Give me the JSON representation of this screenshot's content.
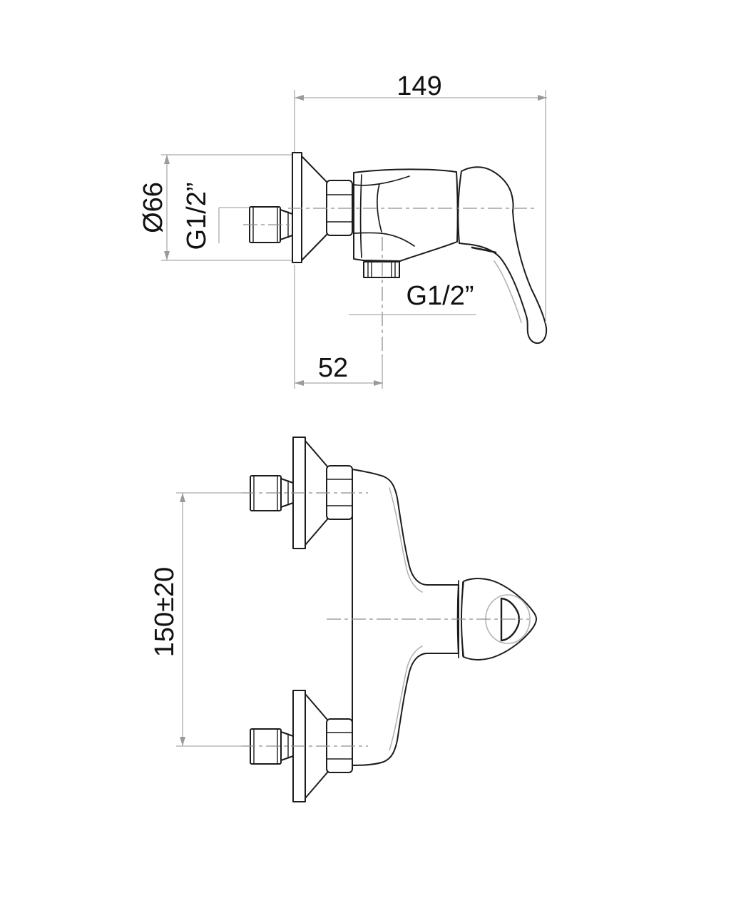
{
  "drawing": {
    "type": "technical-dimension-drawing",
    "subject": "wall-mounted single-lever shower mixer",
    "background": "#ffffff",
    "colors": {
      "outline": "#1c1c1c",
      "centerline": "#8f8f8f",
      "dimension_line": "#aaaaaa",
      "accent": "#b4b4b4",
      "text": "#111111"
    },
    "side_view": {
      "dim_width": "149",
      "dim_plate": "Ø66",
      "thread_inlet": "G1/2”",
      "thread_outlet": "G1/2”",
      "dim_outlet_offset": "52"
    },
    "plan_view": {
      "dim_centers": "150±20"
    }
  }
}
